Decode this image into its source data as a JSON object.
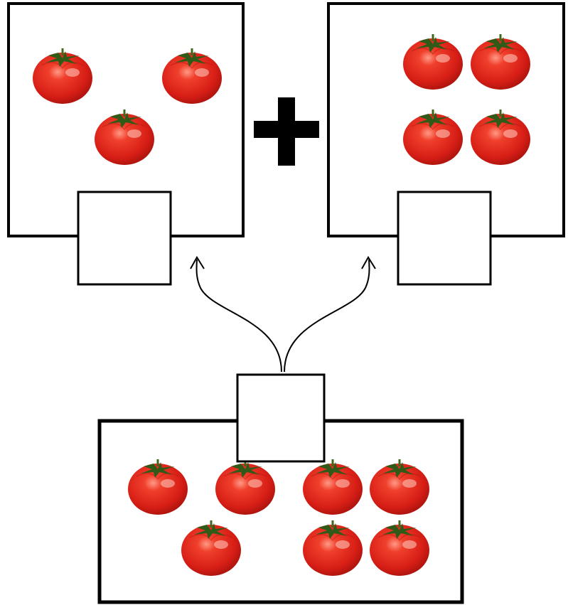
{
  "diagram": {
    "left_addend_box": {
      "tomato_count": 3,
      "answer_value": ""
    },
    "right_addend_box": {
      "tomato_count": 4,
      "answer_value": ""
    },
    "operator_symbol": "plus",
    "total_box": {
      "tomato_count": 7,
      "answer_value": ""
    }
  },
  "colors": {
    "tomato_body": "#e8231a",
    "tomato_shade": "#b3140f",
    "tomato_leaf": "#2f5a17",
    "line": "#000000",
    "background": "#ffffff"
  }
}
